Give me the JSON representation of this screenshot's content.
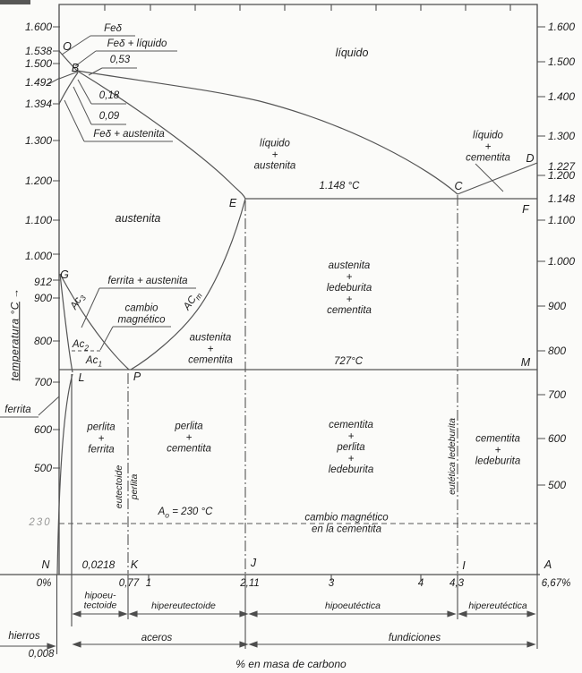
{
  "y_axis": {
    "label": "temperatura °C",
    "arrow": "→",
    "left": [
      "1.600",
      "1.538",
      "1.500",
      "1.492",
      "1.394",
      "1.300",
      "1.200",
      "1.100",
      "1.000",
      "912",
      "900",
      "800",
      "700",
      "600",
      "500"
    ],
    "right": [
      "1.600",
      "1.500",
      "1.400",
      "1.300",
      "1.227",
      "1.200",
      "1.148",
      "1.100",
      "1.000",
      "900",
      "800",
      "700",
      "600",
      "500"
    ]
  },
  "x_axis": {
    "label": "% en masa de carbono",
    "ticks": [
      "0%",
      "0,77",
      "1",
      "2,11",
      "3",
      "4",
      "4,3",
      "6,67%"
    ]
  },
  "points": {
    "o": "O",
    "b": "B",
    "g": "G",
    "l": "L",
    "p": "P",
    "e": "E",
    "c": "C",
    "d": "D",
    "f": "F",
    "m": "M",
    "n": "N",
    "k": "K",
    "j": "J",
    "i": "I",
    "a": "A"
  },
  "annotations": {
    "fe_delta": "Feδ",
    "fe_delta_liquido": "Feδ + líquido",
    "c_053": "0,53",
    "c_018": "0,18",
    "c_009": "0,09",
    "fe_delta_austenita": "Feδ + austenita",
    "ferrita_austenita": "ferrita + austenita",
    "cambio_magnetico": "cambio\nmagnético",
    "ac1": {
      "base": "Ac",
      "sub": "1"
    },
    "ac2": {
      "base": "Ac",
      "sub": "2"
    },
    "ac3": {
      "base": "Ac",
      "sub": "3"
    },
    "acm": {
      "base": "AC",
      "sub": "m"
    },
    "t_1148": "1.148 °C",
    "t_727": "727°C",
    "a0": {
      "base": "A",
      "sub": "o",
      "rest": " = 230 °C"
    },
    "cambio_cementita": "cambio magnético\nen la cementita",
    "ferrita": "ferrita",
    "faded_230": "230"
  },
  "regions": {
    "liquido": "líquido",
    "liquido_austenita": "líquido\n+\naustenita",
    "liquido_cementita": "líquido\n+\ncementita",
    "austenita": "austenita",
    "austenita_ledeburita_cementita": "austenita\n+\nledeburita\n+\ncementita",
    "austenita_cementita": "austenita\n+\ncementita",
    "perlita_ferrita": "perlita\n+\nferrita",
    "perlita_cementita": "perlita\n+\ncementita",
    "cementita_perlita_ledeburita": "cementita\n+\nperlita\n+\nledeburita",
    "cementita_ledeburita": "cementita\n+\nledeburita",
    "eutectoide": "eutectoide",
    "perlita": "perlita",
    "eutetica_ledeburita": "eutética ledeburita"
  },
  "bottom": {
    "c_00218": "0,0218",
    "hipoeutectoide": "hipoeu-\ntectoide",
    "hipereutectoide": "hipereutectoide",
    "hipoeutectica": "hipoeutéctica",
    "hipereutectica": "hipereutéctica",
    "hierros": "hierros",
    "aceros": "aceros",
    "fundiciones": "fundiciones",
    "c_0008": "0,008"
  },
  "colors": {
    "line": "#4d4d4d",
    "text": "#1c1c1c",
    "background": "#fbfbf9"
  }
}
